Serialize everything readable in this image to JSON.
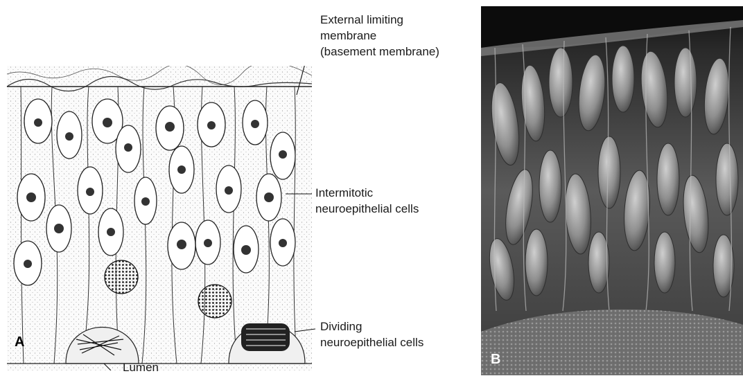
{
  "panel_a": {
    "letter": "A",
    "labels": {
      "external_limiting_line1": "External limiting",
      "external_limiting_line2": "membrane",
      "external_limiting_line3": "(basement membrane)",
      "intermitotic_line1": "Intermitotic",
      "intermitotic_line2": "neuroepithelial cells",
      "dividing_line1": "Dividing",
      "dividing_line2": "neuroepithelial cells",
      "lumen": "Lumen"
    }
  },
  "panel_b": {
    "letter": "B",
    "description_colors": {
      "background_dark": "#0e0e0e",
      "cell_gray": "#8a8a8a",
      "cell_light": "#bdbdbd",
      "shadow": "#3a3a3a"
    }
  }
}
